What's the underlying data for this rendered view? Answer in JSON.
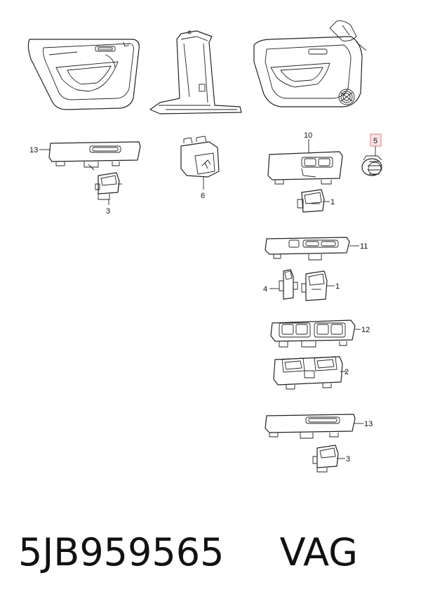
{
  "callouts": {
    "c13_top": "13",
    "c3_top": "3",
    "c6": "6",
    "c10": "10",
    "c5": "5",
    "c1_a": "1",
    "c11": "11",
    "c4": "4",
    "c1_b": "1",
    "c12": "12",
    "c2": "2",
    "c13_bottom": "13",
    "c3_bottom": "3"
  },
  "footer": {
    "part_number": "5JB959565",
    "brand": "VAG"
  },
  "colors": {
    "line": "#222222",
    "highlight_fill": "#fbe3e6",
    "highlight_stroke": "#d9808c"
  }
}
